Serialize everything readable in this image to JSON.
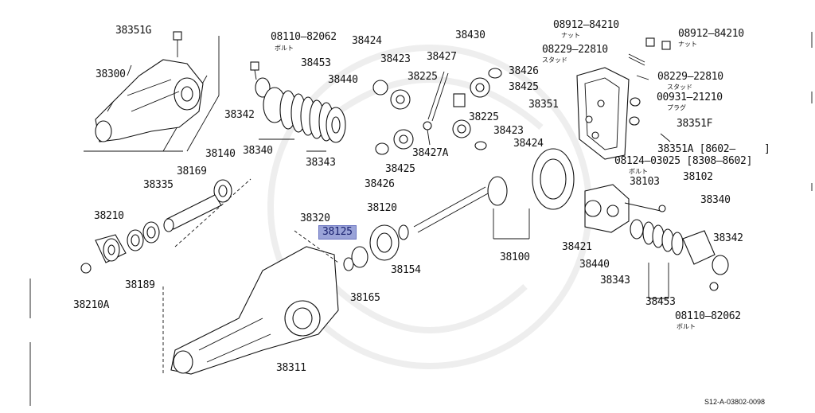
{
  "diagram_code": "S12-A-03802-0098",
  "labels": {
    "p38351G": "38351G",
    "p38300": "38300",
    "p08110_82062_top": "08110–82062",
    "bolt_top": "ボルト",
    "p38424_top": "38424",
    "p38453_top": "38453",
    "p38440_top": "38440",
    "p38342_top": "38342",
    "p38340_top": "38340",
    "p38343_top": "38343",
    "p38423_top": "38423",
    "p38427": "38427",
    "p38225_a": "38225",
    "p38430": "38430",
    "p38426_top": "38426",
    "p38425_top": "38425",
    "p38225_b": "38225",
    "p38423_mid": "38423",
    "p38424_mid": "38424",
    "p38427A": "38427A",
    "p38425_mid": "38425",
    "p38426_mid": "38426",
    "p08912_84210_a": "08912–84210",
    "nut_a": "ナット",
    "p08912_84210_b": "08912–84210",
    "nut_b": "ナット",
    "p08229_22810_a": "08229–22810",
    "stud_a": "スタッド",
    "p08229_22810_b": "08229–22810",
    "stud_b": "スタッド",
    "p00931_21210": "00931–21210",
    "plug": "プラグ",
    "p38351": "38351",
    "p38351F": "38351F",
    "p38351A": "38351A [8602–",
    "p38351A_end": "]",
    "p08124_03025": "08124–03025 [8308–8602]",
    "bolt_mid": "ボルト",
    "p38140": "38140",
    "p38169": "38169",
    "p38335": "38335",
    "p38210": "38210",
    "p38189": "38189",
    "p38210A": "38210A",
    "p38320": "38320",
    "p38120": "38120",
    "p38125": "38125",
    "p38154": "38154",
    "p38165": "38165",
    "p38311": "38311",
    "p38100": "38100",
    "p38103": "38103",
    "p38102": "38102",
    "p38421": "38421",
    "p38440_r": "38440",
    "p38343_r": "38343",
    "p38453_r": "38453",
    "p38340_r": "38340",
    "p38342_r": "38342",
    "p08110_82062_r": "08110–82062",
    "bolt_r": "ボルト"
  }
}
